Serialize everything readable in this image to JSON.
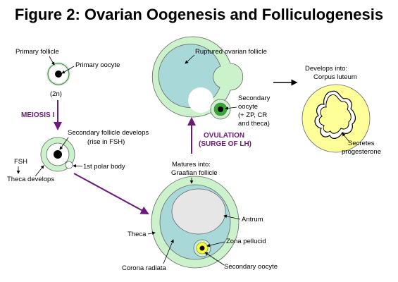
{
  "title": "Figure 2: Ovarian Oogenesis and Folliculogenesis",
  "labels": {
    "primary_follicle": "Primary follicle",
    "primary_oocyte": "Primary oocyte",
    "ploidy": "(2n)",
    "meiosis": "MEIOSIS I",
    "secondary_follicle": [
      "Secondary follicle develops",
      "(rise in FSH)"
    ],
    "fsh": "FSH",
    "theca_develops": "Theca develops",
    "polar_body": "1st polar body",
    "ruptured_follicle": "Ruptured ovarian follicle",
    "secondary_oocyte_released": [
      "Secondary",
      "oocyte",
      "(+ ZP, CR",
      "and theca)"
    ],
    "ovulation": [
      "OVULATION",
      "(SURGE OF LH)"
    ],
    "matures_into": [
      "Matures into:",
      "Graafian follicle"
    ],
    "antrum": "Antrum",
    "theca": "Theca",
    "zona_pellucid": "Zona pellucid",
    "corona_radiata": "Corona radiata",
    "secondary_oocyte": "Secondary oocyte",
    "develops_into": [
      "Develops into:",
      "Corpus luteum"
    ],
    "secretes": [
      "Secretes",
      "progesterone"
    ]
  },
  "colors": {
    "outer_ring": "#ccf2cc",
    "follicle_fluid": "#a9d8d8",
    "antrum": "#e6e6e6",
    "zona": "#ffff33",
    "corpus_luteum": "#ffff99",
    "arrow_purple": "#6b1a7a",
    "ovum_green": "#33aa33"
  }
}
